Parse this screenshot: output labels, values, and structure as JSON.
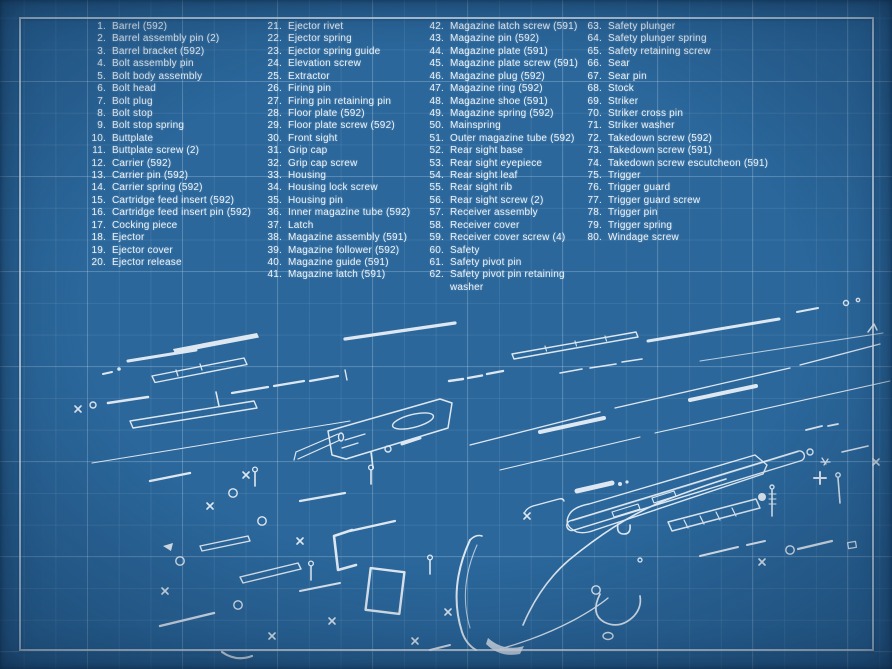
{
  "palette": {
    "background": "#2b679b",
    "grid_line": "#cde4f4",
    "frame_line": "#deecf7",
    "ink": "#edf3f8",
    "diagram_ink": "#eef4f9"
  },
  "parts_list": {
    "columns": [
      {
        "items": [
          {
            "num": "1.",
            "label": "Barrel (592)"
          },
          {
            "num": "2.",
            "label": "Barrel assembly pin (2)"
          },
          {
            "num": "3.",
            "label": "Barrel bracket (592)"
          },
          {
            "num": "4.",
            "label": "Bolt assembly pin"
          },
          {
            "num": "5.",
            "label": "Bolt body assembly"
          },
          {
            "num": "6.",
            "label": "Bolt head"
          },
          {
            "num": "7.",
            "label": "Bolt plug"
          },
          {
            "num": "8.",
            "label": "Bolt stop"
          },
          {
            "num": "9.",
            "label": "Bolt stop spring"
          },
          {
            "num": "10.",
            "label": "Buttplate"
          },
          {
            "num": "11.",
            "label": "Buttplate screw (2)"
          },
          {
            "num": "12.",
            "label": "Carrier (592)"
          },
          {
            "num": "13.",
            "label": "Carrier pin (592)"
          },
          {
            "num": "14.",
            "label": "Carrier spring (592)"
          },
          {
            "num": "15.",
            "label": "Cartridge feed insert (592)"
          },
          {
            "num": "16.",
            "label": "Cartridge feed insert pin (592)"
          },
          {
            "num": "17.",
            "label": "Cocking piece"
          },
          {
            "num": "18.",
            "label": "Ejector"
          },
          {
            "num": "19.",
            "label": "Ejector cover"
          },
          {
            "num": "20.",
            "label": "Ejector release"
          }
        ]
      },
      {
        "items": [
          {
            "num": "21.",
            "label": "Ejector rivet"
          },
          {
            "num": "22.",
            "label": "Ejector spring"
          },
          {
            "num": "23.",
            "label": "Ejector spring guide"
          },
          {
            "num": "24.",
            "label": "Elevation screw"
          },
          {
            "num": "25.",
            "label": "Extractor"
          },
          {
            "num": "26.",
            "label": "Firing pin"
          },
          {
            "num": "27.",
            "label": "Firing pin retaining pin"
          },
          {
            "num": "28.",
            "label": "Floor plate (592)"
          },
          {
            "num": "29.",
            "label": "Floor plate screw (592)"
          },
          {
            "num": "30.",
            "label": "Front sight"
          },
          {
            "num": "31.",
            "label": "Grip cap"
          },
          {
            "num": "32.",
            "label": "Grip cap screw"
          },
          {
            "num": "33.",
            "label": "Housing"
          },
          {
            "num": "34.",
            "label": "Housing lock screw"
          },
          {
            "num": "35.",
            "label": "Housing pin"
          },
          {
            "num": "36.",
            "label": "Inner magazine tube (592)"
          },
          {
            "num": "37.",
            "label": "Latch"
          },
          {
            "num": "38.",
            "label": "Magazine assembly (591)"
          },
          {
            "num": "39.",
            "label": "Magazine follower (592)"
          },
          {
            "num": "40.",
            "label": "Magazine guide (591)"
          },
          {
            "num": "41.",
            "label": "Magazine latch (591)"
          }
        ]
      },
      {
        "items": [
          {
            "num": "42.",
            "label": "Magazine latch screw (591)"
          },
          {
            "num": "43.",
            "label": "Magazine pin (592)"
          },
          {
            "num": "44.",
            "label": "Magazine plate (591)"
          },
          {
            "num": "45.",
            "label": "Magazine plate screw (591)"
          },
          {
            "num": "46.",
            "label": "Magazine plug (592)"
          },
          {
            "num": "47.",
            "label": "Magazine ring (592)"
          },
          {
            "num": "48.",
            "label": "Magazine shoe (591)"
          },
          {
            "num": "49.",
            "label": "Magazine spring (592)"
          },
          {
            "num": "50.",
            "label": "Mainspring"
          },
          {
            "num": "51.",
            "label": "Outer magazine tube (592)"
          },
          {
            "num": "52.",
            "label": "Rear sight base"
          },
          {
            "num": "53.",
            "label": "Rear sight eyepiece"
          },
          {
            "num": "54.",
            "label": "Rear sight leaf"
          },
          {
            "num": "55.",
            "label": "Rear sight rib"
          },
          {
            "num": "56.",
            "label": "Rear sight screw (2)"
          },
          {
            "num": "57.",
            "label": "Receiver assembly"
          },
          {
            "num": "58.",
            "label": "Receiver cover"
          },
          {
            "num": "59.",
            "label": "Receiver cover screw (4)"
          },
          {
            "num": "60.",
            "label": "Safety"
          },
          {
            "num": "61.",
            "label": "Safety pivot pin"
          },
          {
            "num": "62.",
            "label": "Safety pivot pin retaining",
            "label2": "washer"
          }
        ]
      },
      {
        "items": [
          {
            "num": "63.",
            "label": "Safety plunger"
          },
          {
            "num": "64.",
            "label": "Safety plunger spring"
          },
          {
            "num": "65.",
            "label": "Safety retaining screw"
          },
          {
            "num": "66.",
            "label": "Sear"
          },
          {
            "num": "67.",
            "label": "Sear pin"
          },
          {
            "num": "68.",
            "label": "Stock"
          },
          {
            "num": "69.",
            "label": "Striker"
          },
          {
            "num": "70.",
            "label": "Striker cross pin"
          },
          {
            "num": "71.",
            "label": "Striker washer"
          },
          {
            "num": "72.",
            "label": "Takedown screw (592)"
          },
          {
            "num": "73.",
            "label": "Takedown screw (591)"
          },
          {
            "num": "74.",
            "label": "Takedown screw escutcheon (591)"
          },
          {
            "num": "75.",
            "label": "Trigger"
          },
          {
            "num": "76.",
            "label": "Trigger guard"
          },
          {
            "num": "77.",
            "label": "Trigger guard screw"
          },
          {
            "num": "78.",
            "label": "Trigger pin"
          },
          {
            "num": "79.",
            "label": "Trigger spring"
          },
          {
            "num": "80.",
            "label": "Windage screw"
          }
        ]
      }
    ]
  }
}
